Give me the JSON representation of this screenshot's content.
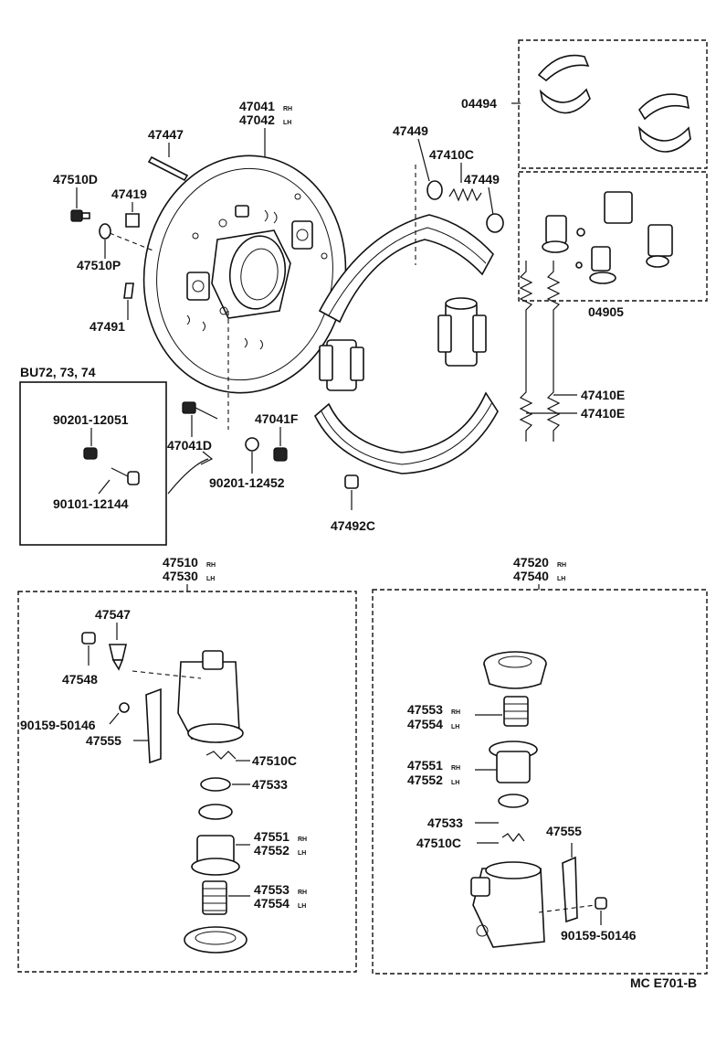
{
  "diagram_code": "MC E701-B",
  "variant_label": "BU72, 73, 74",
  "group_backing_plate": {
    "line1": "47041",
    "sfx1": "RH",
    "line2": "47042",
    "sfx2": "LH"
  },
  "group_front_cyl": {
    "line1": "47510",
    "sfx1": "RH",
    "line2": "47530",
    "sfx2": "LH"
  },
  "group_rear_cyl": {
    "line1": "47520",
    "sfx1": "RH",
    "line2": "47540",
    "sfx2": "LH"
  },
  "top_parts": {
    "p47447": "47447",
    "p47510D": "47510D",
    "p47419": "47419",
    "p47510P": "47510P",
    "p47491": "47491",
    "p47449a": "47449",
    "p47410C": "47410C",
    "p47449b": "47449",
    "p04494": "04494",
    "p04905": "04905",
    "p47410E_a": "47410E",
    "p47410E_b": "47410E",
    "p47041D": "47041D",
    "p47041F": "47041F",
    "p90201_12452": "90201-12452",
    "p47492C": "47492C"
  },
  "variant_parts": {
    "p90201_12051": "90201-12051",
    "p90101_12144": "90101-12144"
  },
  "front_cyl_parts": {
    "p47547": "47547",
    "p47548": "47548",
    "p90159": "90159-50146",
    "p47555": "47555",
    "p47510C": "47510C",
    "p47533": "47533",
    "p47551": {
      "num": "47551",
      "sfx": "RH"
    },
    "p47552": {
      "num": "47552",
      "sfx": "LH"
    },
    "p47553": {
      "num": "47553",
      "sfx": "RH"
    },
    "p47554": {
      "num": "47554",
      "sfx": "LH"
    }
  },
  "rear_cyl_parts": {
    "p47553": {
      "num": "47553",
      "sfx": "RH"
    },
    "p47554": {
      "num": "47554",
      "sfx": "LH"
    },
    "p47551": {
      "num": "47551",
      "sfx": "RH"
    },
    "p47552": {
      "num": "47552",
      "sfx": "LH"
    },
    "p47533": "47533",
    "p47510C": "47510C",
    "p47555": "47555",
    "p90159": "90159-50146"
  }
}
